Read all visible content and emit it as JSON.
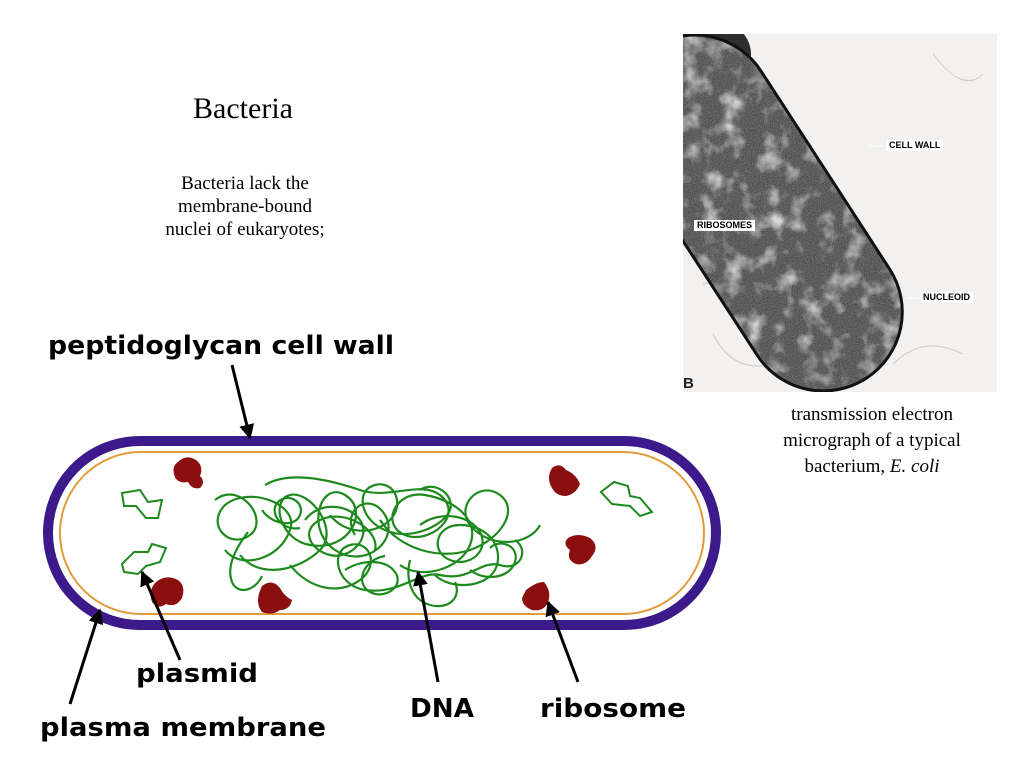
{
  "slide": {
    "title": "Bacteria",
    "intro_lines": [
      "Bacteria lack the",
      "membrane-bound",
      "nuclei of eukaryotes;"
    ]
  },
  "micrograph": {
    "labels": {
      "cell_wall": "CELL  WALL",
      "ribosomes": "RIBOSOMES",
      "nucleoid": "NUCLEOID",
      "panel_letter": "B"
    },
    "caption_lines": [
      "transmission electron",
      "micrograph of a typical",
      "bacterium,"
    ],
    "caption_species": "E. coli"
  },
  "diagram": {
    "labels": {
      "cell_wall": "peptidoglycan cell wall",
      "plasmid": "plasmid",
      "dna": "DNA",
      "ribosome": "ribosome",
      "plasma_membrane": "plasma membrane"
    },
    "colors": {
      "cell_wall": "#3d1a8c",
      "plasma_membrane": "#e39a3a",
      "dna": "#1e8a1e",
      "ribosome": "#8b0f0f",
      "plasmid": "#1e8a1e",
      "arrow": "#000000"
    }
  }
}
